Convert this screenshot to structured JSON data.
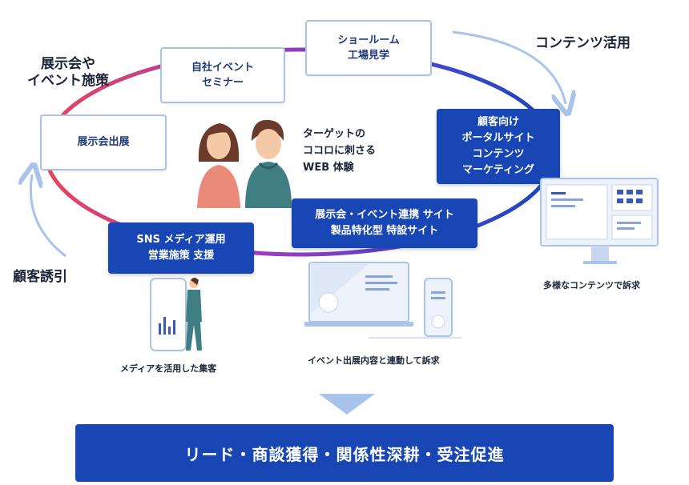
{
  "cycle_steps": {
    "exhibit": "展示会出展",
    "seminar": "自社イベント\nセミナー",
    "showroom": "ショールーム\n工場見学",
    "portal": "顧客向け\nポータルサイト\nコンテンツ\nマーケティング",
    "event_site": "展示会・イベント連携 サイト\n製品特化型 特設サイト",
    "sns": "SNS メディア運用\n営業施策 支援"
  },
  "side_labels": {
    "exhibition_events": "展示会や\nイベント施策",
    "content_use": "コンテンツ活用",
    "customer_attraction": "顧客誘引"
  },
  "center_text": "ターゲットの\nココロに刺さる\nWEB 体験",
  "captions": {
    "monitor": "多様なコンテンツで訴求",
    "devices": "イベント出展内容と連動して訴求",
    "media": "メディアを活用した集客"
  },
  "result": "リード・商談獲得・関係性深耕・受注促進",
  "colors": {
    "brand_blue": "#1846b4",
    "light_border": "#a9c4ea",
    "ring_red": "#e8455a",
    "ring_purple": "#7a3cc8"
  }
}
